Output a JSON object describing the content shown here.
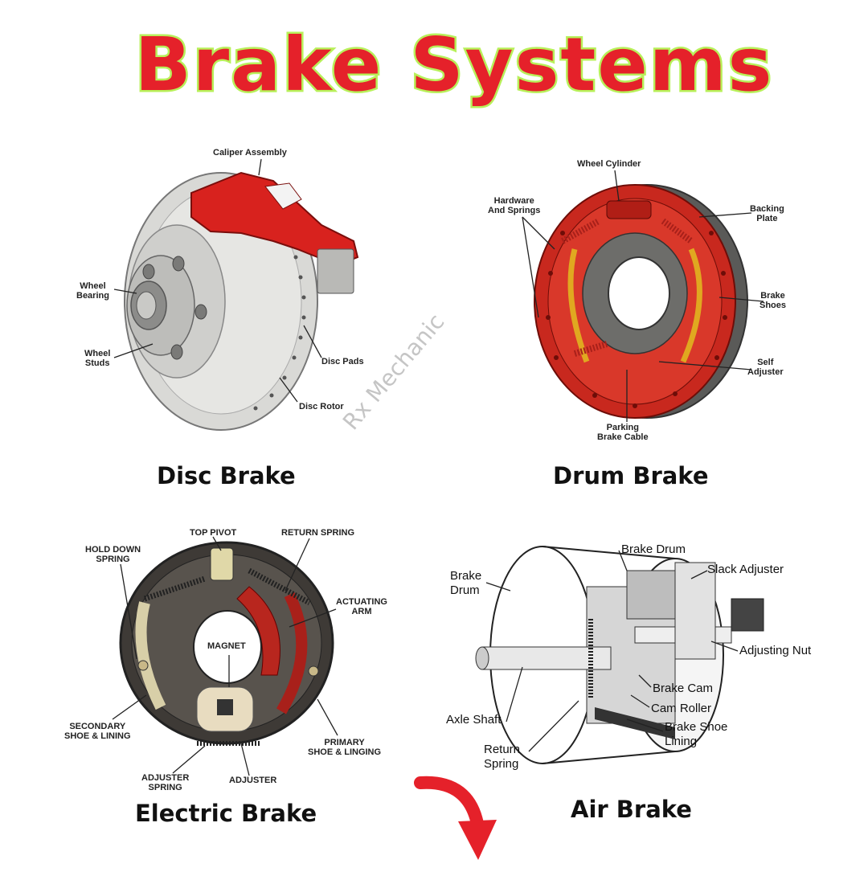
{
  "title": "Brake Systems",
  "colors": {
    "title_fill": "#e5212a",
    "title_outline": "#b8f05a",
    "caliper_red": "#d8221e",
    "rotor_grey": "#d9d9d6",
    "drum_red": "#c8281e",
    "arrow_red": "#e5212a"
  },
  "watermark": "Rx Mechanic",
  "disc_brake": {
    "caption": "Disc Brake",
    "labels": {
      "caliper_assembly": "Caliper Assembly",
      "wheel_bearing": "Wheel\nBearing",
      "wheel_studs": "Wheel\nStuds",
      "disc_pads": "Disc Pads",
      "disc_rotor": "Disc Rotor"
    }
  },
  "drum_brake": {
    "caption": "Drum Brake",
    "labels": {
      "wheel_cylinder": "Wheel Cylinder",
      "hardware_springs": "Hardware\nAnd Springs",
      "backing_plate": "Backing\nPlate",
      "brake_shoes": "Brake\nShoes",
      "self_adjuster": "Self\nAdjuster",
      "parking_cable": "Parking\nBrake Cable"
    }
  },
  "electric_brake": {
    "caption": "Electric Brake",
    "labels": {
      "top_pivot": "TOP PIVOT",
      "return_spring": "RETURN SPRING",
      "hold_down_spring": "HOLD DOWN\nSPRING",
      "actuating_arm": "ACTUATING\nARM",
      "magnet": "MAGNET",
      "secondary_shoe": "SECONDARY\nSHOE & LINING",
      "primary_shoe": "PRIMARY\nSHOE & LINGING",
      "adjuster_spring": "ADJUSTER\nSPRING",
      "adjuster": "ADJUSTER"
    }
  },
  "air_brake": {
    "caption": "Air Brake",
    "labels": {
      "brake_drum_top": "Brake Drum",
      "brake_drum_left": "Brake\nDrum",
      "slack_adjuster": "Slack Adjuster",
      "adjusting_nut": "Adjusting Nut",
      "brake_cam": "Brake Cam",
      "cam_roller": "Cam Roller",
      "axle_shaft": "Axle Shaft",
      "brake_shoe_lining": "Brake Shoe\nLining",
      "return_spring": "Return\nSpring"
    }
  },
  "arrow_icon": "arrow-down-curved-icon"
}
